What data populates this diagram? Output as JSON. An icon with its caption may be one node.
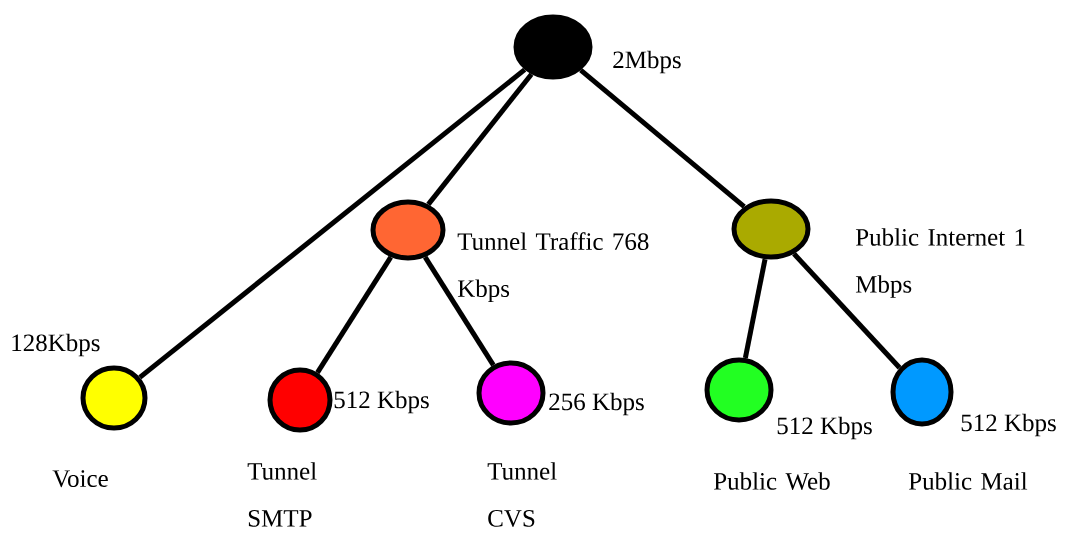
{
  "diagram": {
    "nodes": [
      {
        "text": [],
        "shape": "circle",
        "beside": [
          "2Mbps"
        ]
      },
      {
        "text": [],
        "shape": "circle",
        "beside": [
          "Tunnel Traffic 768 Kbps"
        ]
      },
      {
        "text": [],
        "shape": "circle",
        "beside": [
          "Public Internet 1 Mbps"
        ]
      },
      {
        "text": [],
        "shape": "circle",
        "beside": [
          "128Kbps",
          "Voice"
        ]
      },
      {
        "text": [],
        "shape": "circle",
        "beside": [
          "512 Kbps",
          "Tunnel SMTP"
        ]
      },
      {
        "text": [],
        "shape": "circle",
        "beside": [
          "256 Kbps",
          "Tunnel CVS"
        ]
      },
      {
        "text": [],
        "shape": "circle",
        "beside": [
          "512 Kbps",
          "Public Web"
        ]
      },
      {
        "text": [],
        "shape": "circle",
        "beside": [
          "512 Kbps",
          "Public Mail"
        ]
      }
    ],
    "edges": [
      {
        "from": 0,
        "to": 3,
        "arrow": "none"
      },
      {
        "from": 0,
        "to": 1,
        "arrow": "none"
      },
      {
        "from": 0,
        "to": 2,
        "arrow": "none"
      },
      {
        "from": 1,
        "to": 4,
        "arrow": "none"
      },
      {
        "from": 1,
        "to": 5,
        "arrow": "none"
      },
      {
        "from": 2,
        "to": 6,
        "arrow": "none"
      },
      {
        "from": 2,
        "to": 7,
        "arrow": "none"
      }
    ]
  }
}
